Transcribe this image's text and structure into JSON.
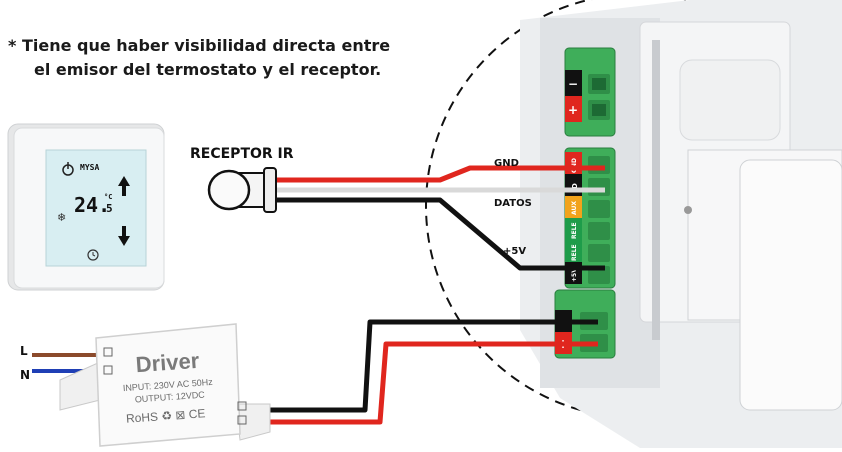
{
  "note": {
    "line1": "* Tiene que haber visibilidad directa entre",
    "line2": "el emisor del termostato y el receptor."
  },
  "labels": {
    "receptor": "RECEPTOR IR",
    "gnd": "GND",
    "datos": "DATOS",
    "v5": "+5V",
    "line": "L",
    "neutral": "N"
  },
  "thermostat": {
    "brand": "MYSA",
    "temperature": "24.",
    "decimal": "5",
    "unit": "°C"
  },
  "driver": {
    "title": "Driver",
    "input": "INPUT: 230V AC 50Hz",
    "output": "OUTPUT: 12VDC",
    "marks": "RoHS ♻ ⊠ CE"
  },
  "terminals": {
    "top_minus": "−",
    "top_plus": "+",
    "gnd_tag": "GND",
    "d_tag": "D",
    "aux_tag": "AUX",
    "rele1": "RELE",
    "rele2": "RELE",
    "v5_tag": "+5V",
    "bottom_minus": "−",
    "bottom_plus": "+"
  },
  "colors": {
    "red": "#e0261e",
    "black": "#111111",
    "white_wire": "#d9d9d9",
    "brown": "#8b4a2b",
    "blue": "#1f3fb5",
    "terminal_green": "#3fae5a",
    "aux_orange": "#f2a31b",
    "rele_green": "#1e9c4a"
  }
}
